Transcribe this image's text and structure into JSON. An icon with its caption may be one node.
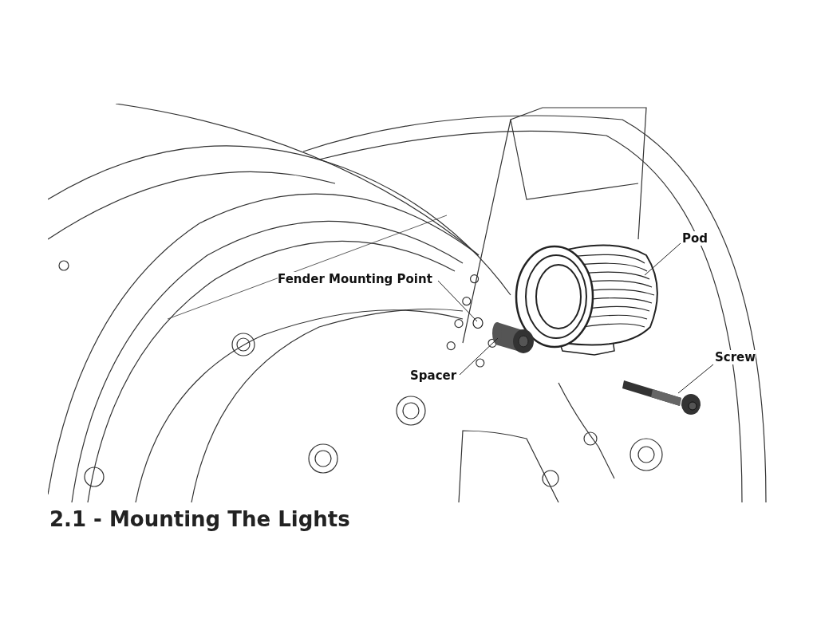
{
  "diagram": {
    "title": "2.1 - Mounting The Lights",
    "nodes": [
      {
        "text": [
          "Pod"
        ]
      },
      {
        "text": [
          "Fender Mounting Point"
        ]
      },
      {
        "text": [
          "Spacer"
        ]
      },
      {
        "text": [
          "Screw"
        ]
      },
      {
        "text": [],
        "shape": "picture"
      },
      {
        "text": [],
        "shape": "circle"
      },
      {
        "text": [],
        "shape": "cylinder"
      },
      {
        "text": [],
        "shape": "picture"
      }
    ],
    "edges": [
      {
        "from": 0,
        "to": 4,
        "arrow": "none"
      },
      {
        "from": 1,
        "to": 5,
        "arrow": "none"
      },
      {
        "from": 2,
        "to": 6,
        "arrow": "none"
      },
      {
        "from": 3,
        "to": 7,
        "arrow": "none"
      }
    ]
  }
}
